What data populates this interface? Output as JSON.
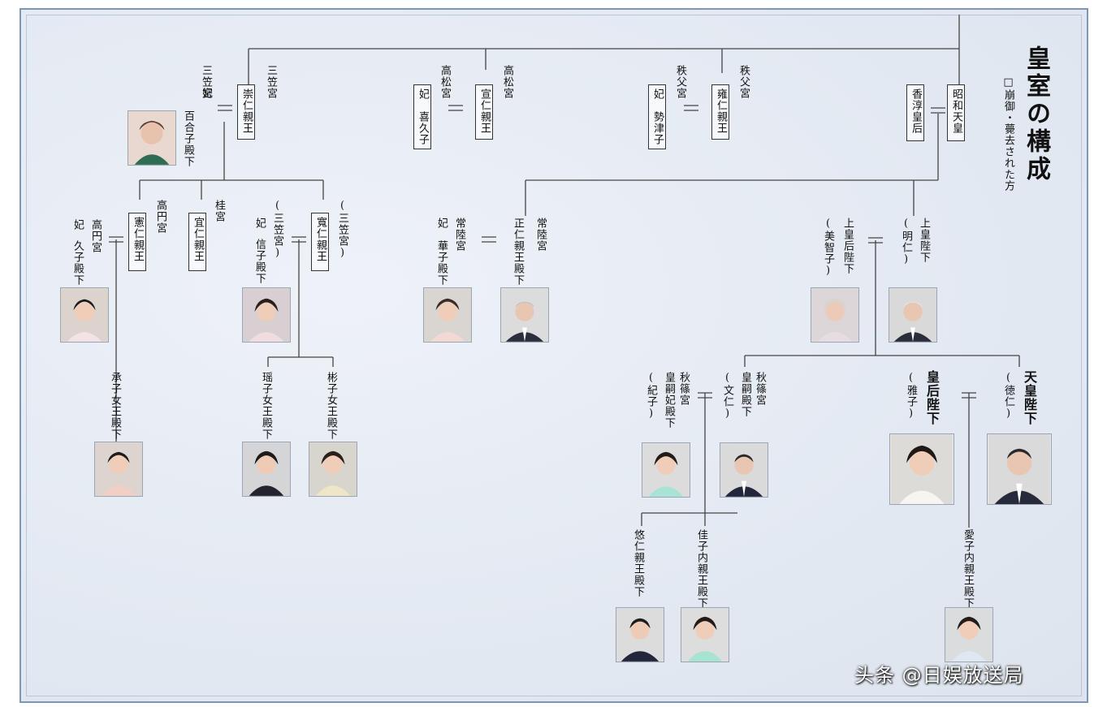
{
  "title": "皇室の構成",
  "note": "□崩御・薨去された方",
  "watermark": "头条 @日娱放送局",
  "showa": {
    "name": "昭和天皇",
    "consort": "香淳皇后"
  },
  "mikasa": {
    "house": "三笠宮",
    "prince": "崇仁親王",
    "wife_house": "三笠宮",
    "wife_label": "妃",
    "wife_name": "百合子殿下"
  },
  "takamatsu": {
    "house": "高松宮",
    "prince": "宣仁親王",
    "wife_house": "高松宮",
    "wife_label": "妃",
    "wife_name": "喜久子"
  },
  "chichibu": {
    "house": "秩父宮",
    "prince": "雍仁親王",
    "wife_house": "秩父宮",
    "wife_label": "妃",
    "wife_name": "勢津子"
  },
  "takamado": {
    "house": "高円宮",
    "prince": "憲仁親王",
    "wife_house": "高円宮",
    "wife_label": "妃",
    "wife_name": "久子殿下",
    "daughter": "承子女王殿下"
  },
  "katsura": {
    "house": "桂宮",
    "prince": "宜仁親王"
  },
  "tomohito": {
    "house": "(三笠宮)",
    "prince": "寬仁親王",
    "wife_house": "(三笠宮)",
    "wife_label": "妃",
    "wife_name": "信子殿下",
    "daughter1": "瑶子女王殿下",
    "daughter2": "彬子女王殿下"
  },
  "hitachi": {
    "house": "常陸宮",
    "prince": "正仁親王殿下",
    "wife_house": "常陸宮",
    "wife_label": "妃",
    "wife_name": "華子殿下"
  },
  "joko": {
    "title": "上皇陛下",
    "name": "(明仁)",
    "consort_title": "上皇后陛下",
    "consort_name": "(美智子)"
  },
  "tenno": {
    "title": "天皇陛下",
    "name": "(徳仁)",
    "consort_title": "皇后陛下",
    "consort_name": "(雅子)",
    "daughter": "愛子内親王殿下"
  },
  "akishino": {
    "house": "秋篠宮",
    "title": "皇嗣殿下",
    "name": "(文仁)",
    "wife_house": "秋篠宮",
    "wife_title": "皇嗣妃殿下",
    "wife_name": "(紀子)",
    "son": "悠仁親王殿下",
    "daughter": "佳子内親王殿下"
  },
  "marriage_mark": "="
}
